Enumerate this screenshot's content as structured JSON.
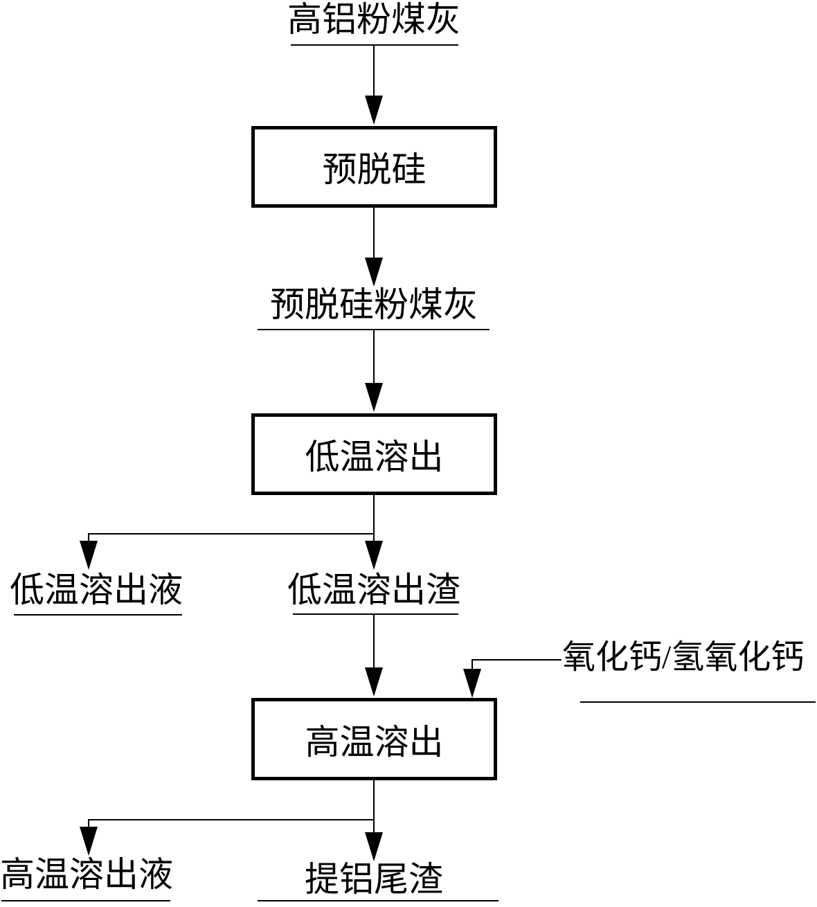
{
  "flowchart": {
    "background_color": "#ffffff",
    "line_color": "#000000",
    "nodes": {
      "source": "高铝粉煤灰",
      "predesilication_box": "预脱硅",
      "predesilicated_ash": "预脱硅粉煤灰",
      "low_temp_box": "低温溶出",
      "low_temp_liquor": "低温溶出液",
      "low_temp_residue": "低温溶出渣",
      "additive": "氧化钙/氢氧化钙",
      "high_temp_box": "高温溶出",
      "high_temp_liquor": "高温溶出液",
      "tailings": "提铝尾渣"
    },
    "edges": [
      {
        "from": "高铝粉煤灰",
        "to": "预脱硅"
      },
      {
        "from": "预脱硅",
        "to": "预脱硅粉煤灰"
      },
      {
        "from": "预脱硅粉煤灰",
        "to": "低温溶出"
      },
      {
        "from": "低温溶出",
        "to": "低温溶出液"
      },
      {
        "from": "低温溶出",
        "to": "低温溶出渣"
      },
      {
        "from": "低温溶出渣",
        "to": "高温溶出"
      },
      {
        "from": "氧化钙/氢氧化钙",
        "to": "高温溶出"
      },
      {
        "from": "高温溶出",
        "to": "高温溶出液"
      },
      {
        "from": "高温溶出",
        "to": "提铝尾渣"
      }
    ]
  }
}
